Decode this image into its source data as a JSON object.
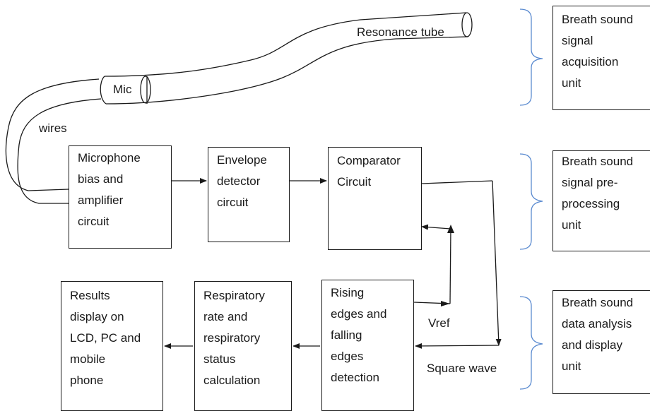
{
  "labels": {
    "resonance_tube": "Resonance tube",
    "mic": "Mic",
    "wires": "wires",
    "vref": "Vref",
    "square_wave": "Square wave"
  },
  "blocks": {
    "microphone_bias": "Microphone\nbias and\namplifier\ncircuit",
    "envelope_detector": "Envelope\ndetector\ncircuit",
    "comparator": "Comparator\nCircuit",
    "edge_detection": "Rising\nedges and\nfalling\nedges\ndetection",
    "respiratory_calc": "Respiratory\nrate and\nrespiratory\nstatus\ncalculation",
    "results_display": "Results\ndisplay on\nLCD, PC and\nmobile\nphone"
  },
  "units": {
    "acquisition": "Breath sound\nsignal\nacquisition\nunit",
    "preprocessing": "Breath sound\nsignal pre-\nprocessing\nunit",
    "analysis": "Breath sound\ndata analysis\nand display\nunit"
  },
  "colors": {
    "line": "#1a1a1a",
    "brace": "#5b8bd0"
  }
}
